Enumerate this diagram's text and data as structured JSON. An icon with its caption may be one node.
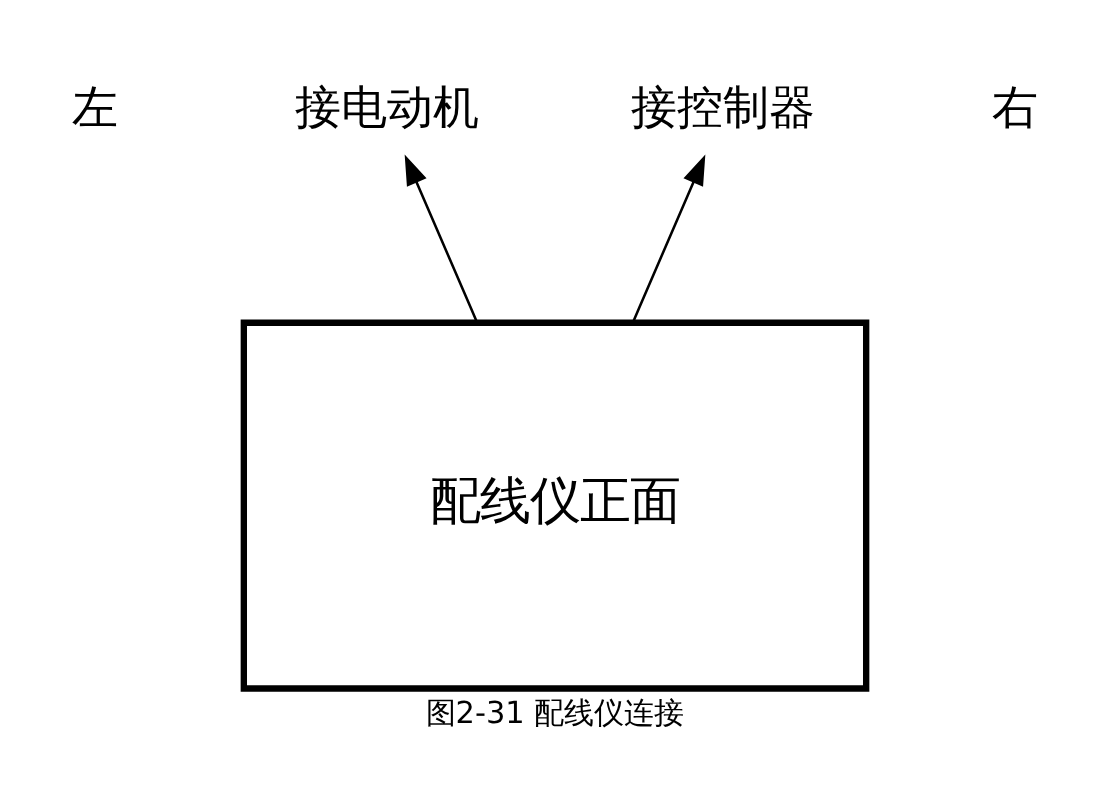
{
  "diagram": {
    "caption": "图2-31 配线仪连接",
    "nodes": [
      {
        "text": [
          "配线仪正面"
        ]
      },
      {
        "text": [
          "接电动机"
        ]
      },
      {
        "text": [
          "接控制器"
        ]
      }
    ],
    "edges": [
      {
        "from": 0,
        "to": 1,
        "arrow": "to"
      },
      {
        "from": 0,
        "to": 2,
        "arrow": "to"
      }
    ],
    "labels": [
      "左",
      "右"
    ]
  }
}
